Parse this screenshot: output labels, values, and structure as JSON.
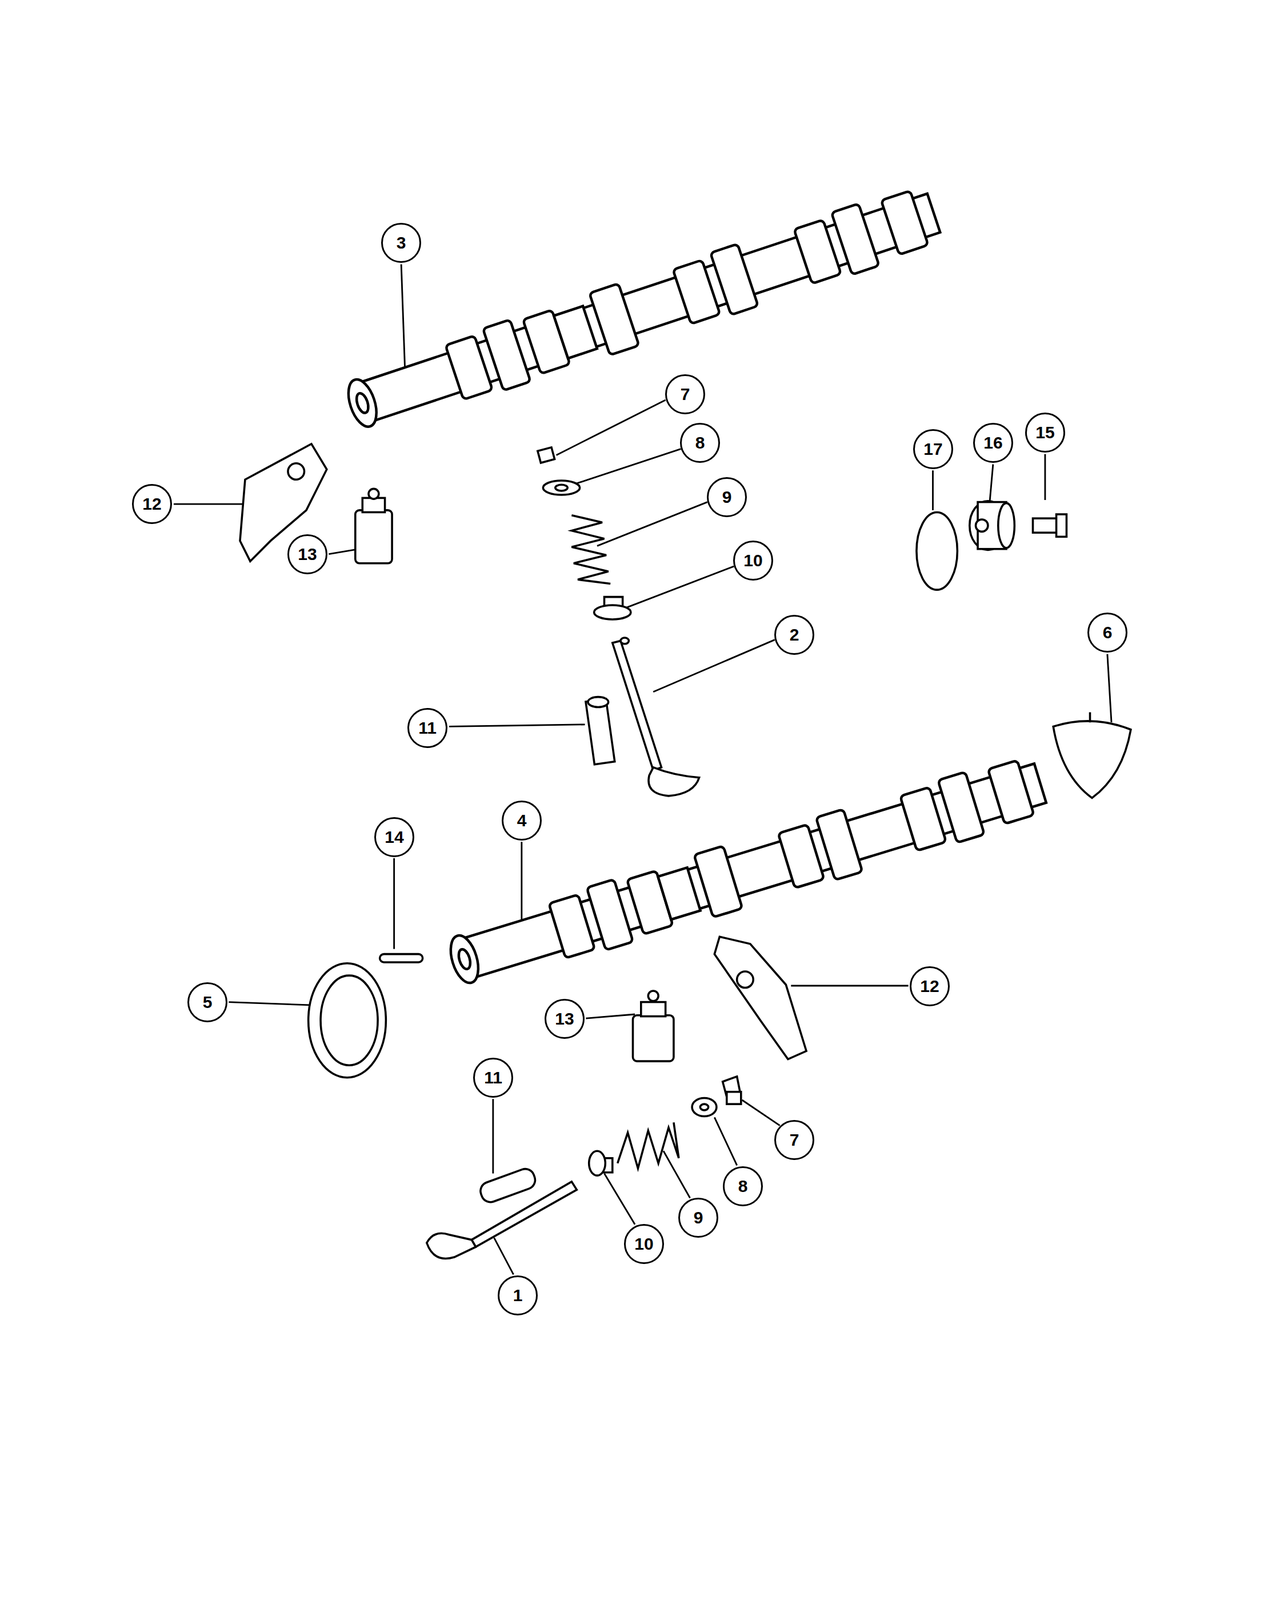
{
  "diagram": {
    "nodes": [
      {
        "text": [
          "3"
        ]
      },
      {
        "text": [
          "7"
        ]
      },
      {
        "text": [
          "15"
        ]
      },
      {
        "text": [
          "16"
        ]
      },
      {
        "text": [
          "8"
        ]
      },
      {
        "text": [
          "17"
        ]
      },
      {
        "text": [
          "9"
        ]
      },
      {
        "text": [
          "12"
        ]
      },
      {
        "text": [
          "13"
        ]
      },
      {
        "text": [
          "10"
        ]
      },
      {
        "text": [
          "6"
        ]
      },
      {
        "text": [
          "2"
        ]
      },
      {
        "text": [
          "11"
        ]
      },
      {
        "text": [
          "4"
        ]
      },
      {
        "text": [
          "14"
        ]
      },
      {
        "text": [
          "12"
        ]
      },
      {
        "text": [
          "5"
        ]
      },
      {
        "text": [
          "13"
        ]
      },
      {
        "text": [
          "11"
        ]
      },
      {
        "text": [
          "7"
        ]
      },
      {
        "text": [
          "8"
        ]
      },
      {
        "text": [
          "9"
        ]
      },
      {
        "text": [
          "10"
        ]
      },
      {
        "text": [
          "1"
        ]
      }
    ]
  }
}
